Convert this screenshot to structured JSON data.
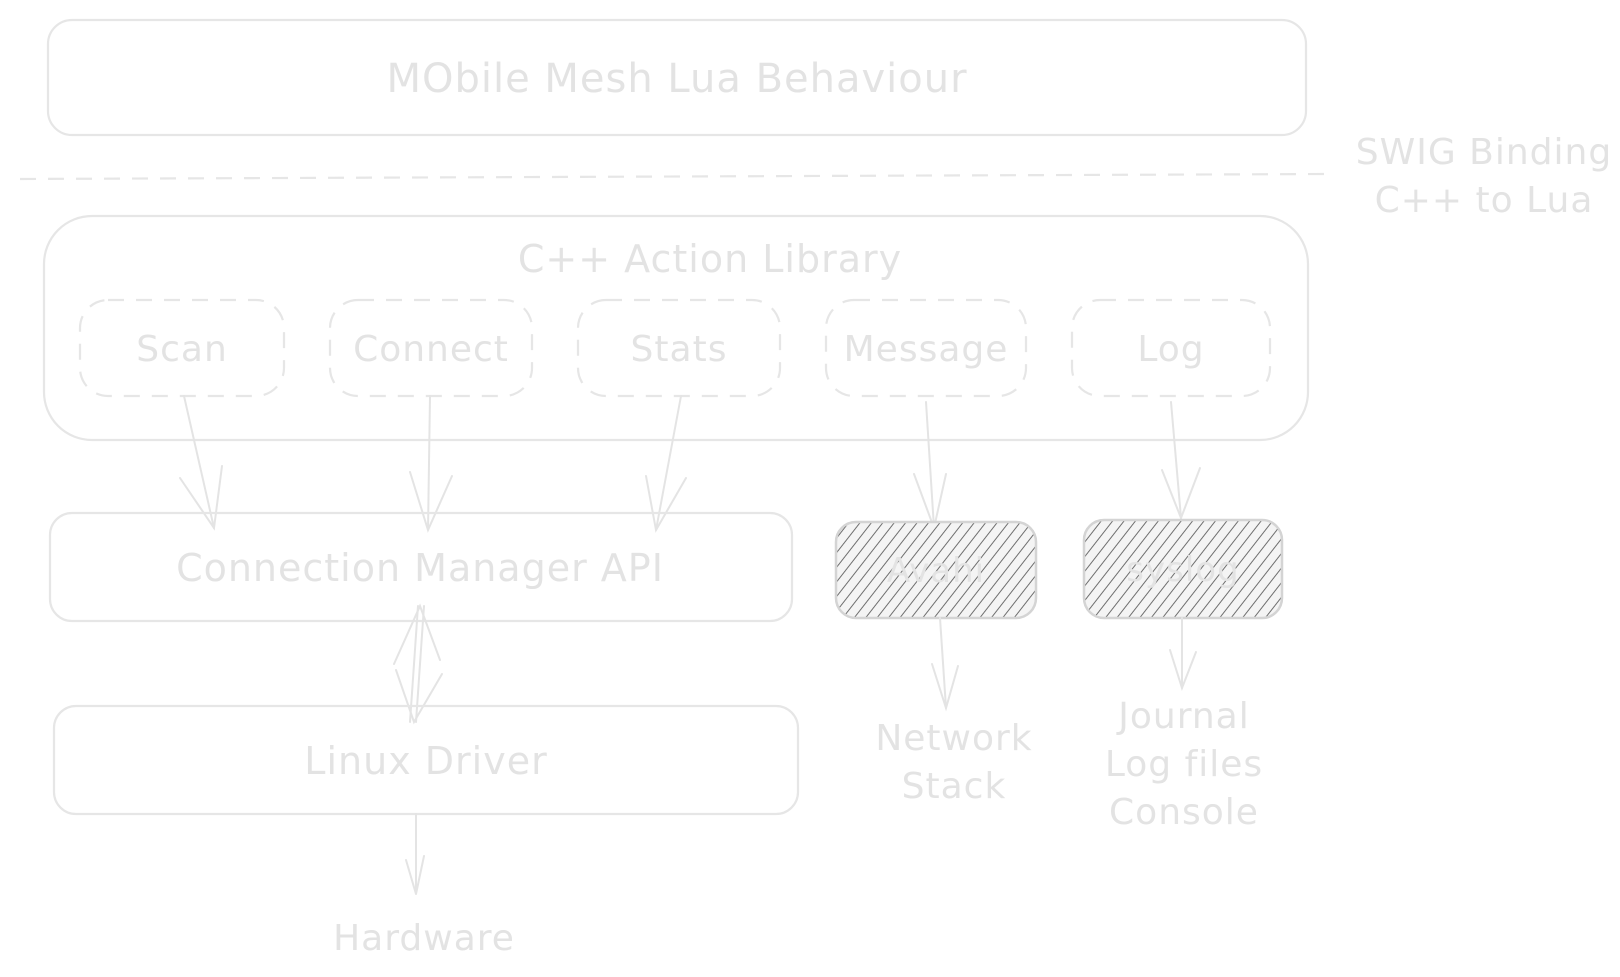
{
  "diagram": {
    "top_layer": "MObile Mesh Lua Behaviour",
    "binding_note": {
      "line1": "SWIG Binding",
      "line2": "C++ to Lua"
    },
    "library": {
      "title": "C++ Action Library",
      "modules": [
        "Scan",
        "Connect",
        "Stats",
        "Message",
        "Log"
      ]
    },
    "connection_manager": "Connection Manager API",
    "sinks": {
      "message_target": "Avahi",
      "log_target": "syslog"
    },
    "linux_driver": "Linux Driver",
    "network_stack": {
      "line1": "Network",
      "line2": "Stack"
    },
    "log_outputs": [
      "Journal",
      "Log files",
      "Console"
    ],
    "hardware": "Hardware"
  },
  "colors": {
    "stroke": "#e6e6e6",
    "text": "#e3e3e3",
    "hatch": "#6e6e6e"
  }
}
